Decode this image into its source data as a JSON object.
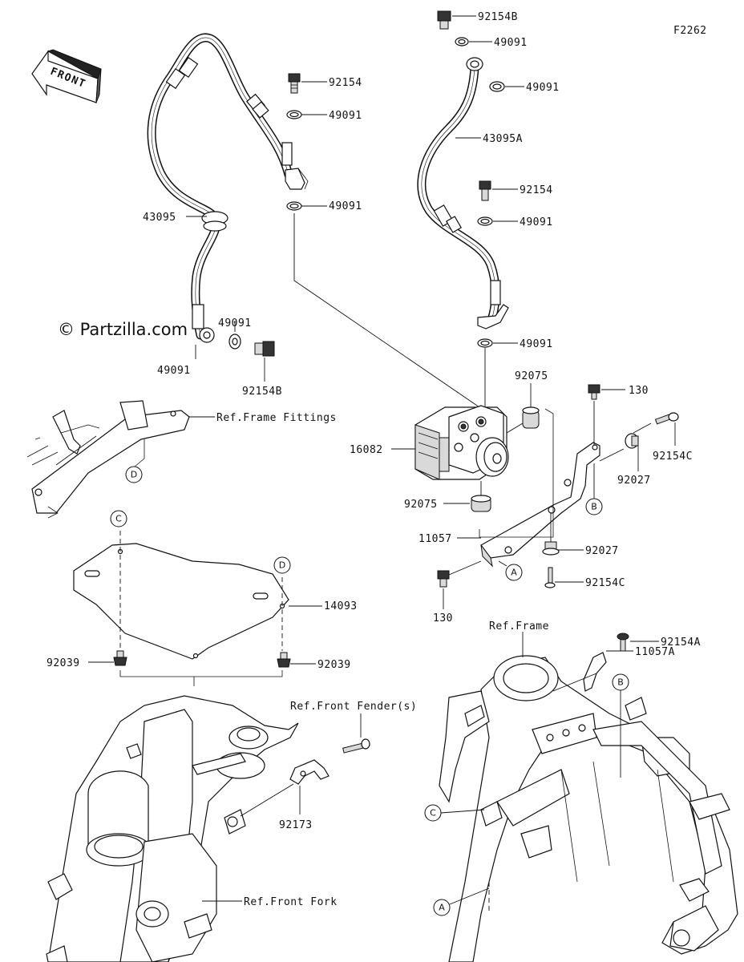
{
  "diagram": {
    "figure_code": "F2262",
    "copyright": "© Partzilla.com",
    "front_arrow_label": "FRONT",
    "labels": {
      "p92154B_top": "92154B",
      "p49091_top": "49091",
      "p49091_r1": "49091",
      "p43095A": "43095A",
      "p92154_r": "92154",
      "p49091_r2": "49091",
      "p49091_r3": "49091",
      "p92154_l": "92154",
      "p49091_l1": "49091",
      "p49091_l2": "49091",
      "p43095": "43095",
      "p49091_l3": "49091",
      "p49091_l4": "49091",
      "p92154B_l": "92154B",
      "p16082": "16082",
      "p92075_top": "92075",
      "p92075_bot": "92075",
      "p130_top": "130",
      "p130_bot": "130",
      "p92154C_r": "92154C",
      "p92154C_b": "92154C",
      "p92027_r": "92027",
      "p92027_b": "92027",
      "p11057": "11057",
      "p14093": "14093",
      "p92039_l": "92039",
      "p92039_r": "92039",
      "p92154A": "92154A",
      "p11057A": "11057A",
      "p92173": "92173"
    },
    "refs": {
      "frame_fittings": "Ref.Frame Fittings",
      "frame": "Ref.Frame",
      "front_fender": "Ref.Front Fender(s)",
      "front_fork": "Ref.Front Fork"
    },
    "callouts": {
      "A1": "A",
      "A2": "A",
      "B1": "B",
      "B2": "B",
      "C1": "C",
      "C2": "C",
      "D1": "D",
      "D2": "D"
    }
  }
}
